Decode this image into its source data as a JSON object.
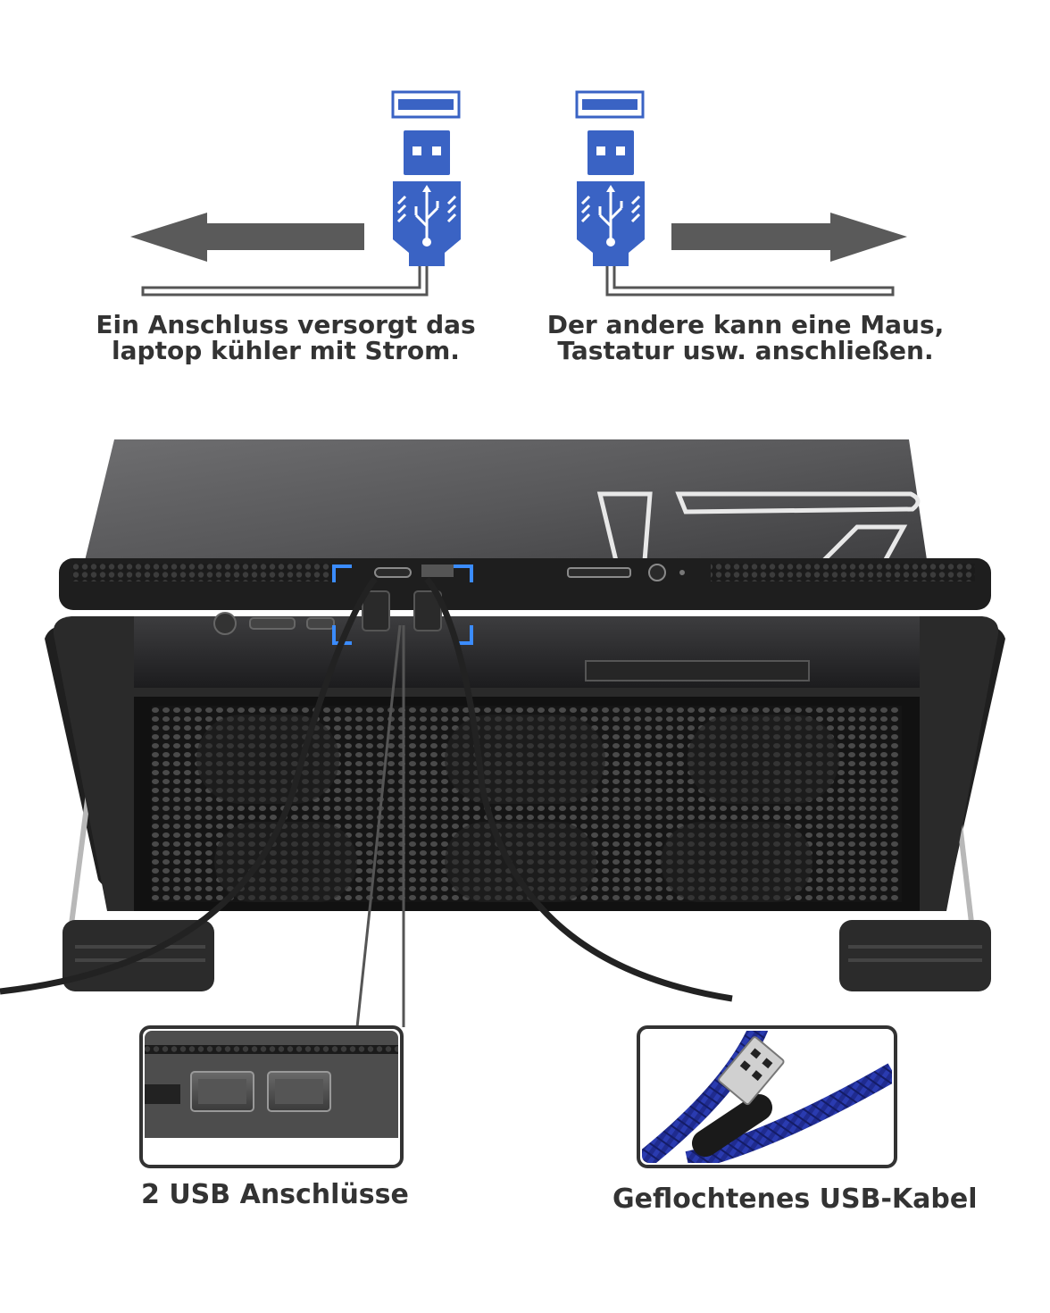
{
  "top": {
    "left_caption": {
      "line1": "Ein Anschluss versorgt das",
      "line2": "laptop kühler mit Strom."
    },
    "right_caption": {
      "line1": "Der andere kann eine Maus,",
      "line2": "Tastatur usw. anschließen."
    },
    "usb_icon_color": "#3a63c4",
    "arrow_color": "#5a5a5a"
  },
  "bottom": {
    "left_caption": "2 USB Anschlüsse",
    "right_caption": "Geflochtenes USB-Kabel",
    "braid_color": "#1f2b8f"
  },
  "icons": [
    "usb-plug-icon",
    "usb-symbol-icon",
    "arrow-left-icon",
    "arrow-right-icon"
  ]
}
